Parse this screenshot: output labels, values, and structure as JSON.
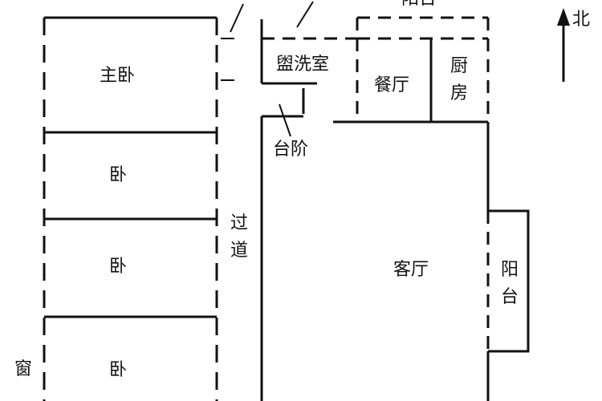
{
  "rooms": {
    "master_bedroom": "主卧",
    "bedroom_1": "卧",
    "bedroom_2": "卧",
    "bedroom_3": "卧",
    "washroom": "盥洗室",
    "dining": "餐厅",
    "kitchen": "厨房",
    "hallway": "过道",
    "steps": "台阶",
    "living_room": "客厅",
    "balcony_east": "阳台",
    "balcony_top": "阳台",
    "window": "窗"
  },
  "compass": {
    "label": "北"
  }
}
